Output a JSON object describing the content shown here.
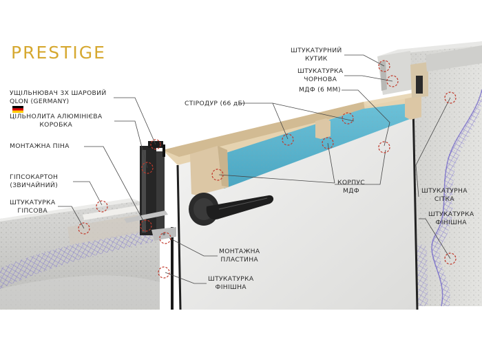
{
  "brand": {
    "name": "PRESTIGE",
    "color": "#d6a830"
  },
  "labels": {
    "plaster_corner": [
      "ШТУКАТУРНИЙ",
      "КУТИК"
    ],
    "plaster_rough": [
      "ШТУКАТУРКА",
      "ЧОРНОВА"
    ],
    "mdf": [
      "МДФ (6 ММ)"
    ],
    "styrodur": [
      "СТІРОДУР (66 дБ)"
    ],
    "seal": [
      "УЩІЛЬНЮВАЧ 3Х ШАРОВИЙ",
      "QLON (GERMANY)"
    ],
    "alu_frame": [
      "ЦІЛЬНОЛИТА АЛЮМІНІЄВА",
      "КОРОБКА"
    ],
    "foam": [
      "МОНТАЖНА ПІНА"
    ],
    "drywall": [
      "ГІПСОКАРТОН",
      "(ЗВИЧАЙНИЙ)"
    ],
    "plaster_gypsum": [
      "ШТУКАТУРКА",
      "ГІПСОВА"
    ],
    "mdf_body": [
      "КОРПУС",
      "МДФ"
    ],
    "plaster_mesh": [
      "ШТУКАТУРНА",
      "СІТКА"
    ],
    "plaster_finish_right": [
      "ШТУКАТУРКА",
      "ФІНІШНА"
    ],
    "mount_plate": [
      "МОНТАЖНА",
      "ПЛАСТИНА"
    ],
    "plaster_finish_bottom": [
      "ШТУКАТУРКА",
      "ФІНІШНА"
    ]
  },
  "colors": {
    "marker": "#c0392b",
    "leader": "#444444",
    "styrodur": "#5db6cf",
    "mdf": "#d8c4a4"
  },
  "icons": [
    "germany-flag-icon",
    "door-handle-icon"
  ]
}
